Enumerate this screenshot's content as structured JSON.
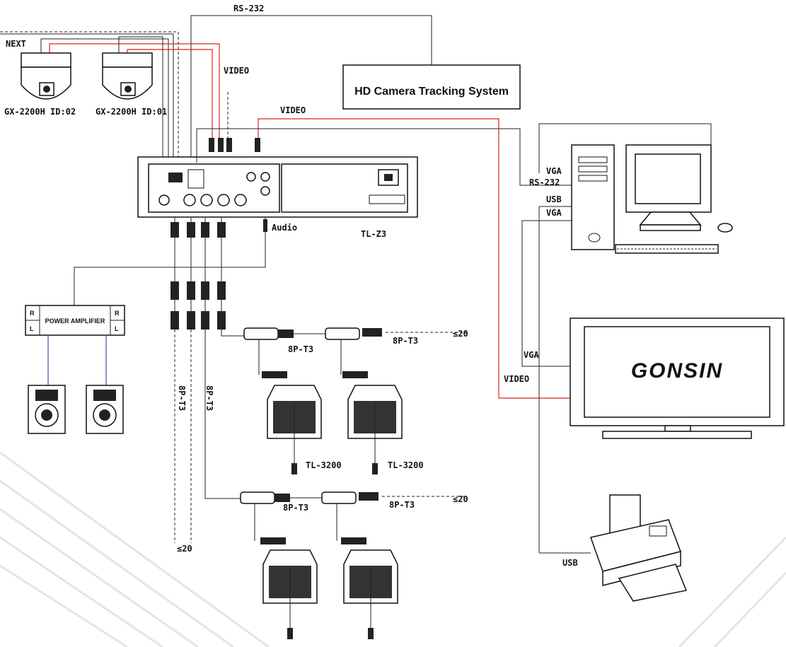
{
  "labels": {
    "rs232_top": "RS-232",
    "next": "NEXT",
    "video_1": "VIDEO",
    "video_2": "VIDEO",
    "camera_2": "GX-2200H ID:02",
    "camera_1": "GX-2200H ID:01",
    "tracking_system": "HD Camera Tracking System",
    "host": "TL-Z3",
    "audio": "Audio",
    "pc_vga": "VGA",
    "pc_rs232": "RS-232",
    "pc_usb": "USB",
    "pc_vga_2": "VGA",
    "amp_r_left": "R",
    "amp_l_left": "L",
    "amp_r_right": "R",
    "amp_l_right": "L",
    "power_amplifier": "POWER AMPLIFIER",
    "cable_8p_1": "8P-T3",
    "cable_8p_2": "8P-T3",
    "cable_8p_3": "8P-T3",
    "cable_8p_4": "8P-T3",
    "cable_8p_vert_1": "8P-T3",
    "cable_8p_vert_2": "8P-T3",
    "max_1": "≤20",
    "max_2": "≤20",
    "max_3": "≤20",
    "mic_1": "TL-3200",
    "mic_2": "TL-3200",
    "display_vga": "VGA",
    "display_video": "VIDEO",
    "brand": "GONSIN",
    "printer_usb": "USB"
  }
}
